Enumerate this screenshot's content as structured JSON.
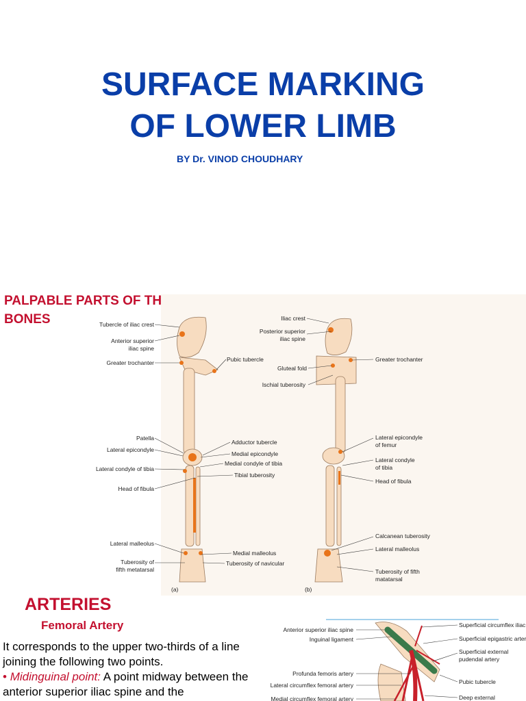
{
  "slide1": {
    "title_line1": "SURFACE MARKING",
    "title_line2": "OF LOWER LIMB",
    "byline": "BY Dr. VINOD CHOUDHARY"
  },
  "slide2": {
    "heading_line1": "PALPABLE PARTS OF THE",
    "heading_line2": "BONES",
    "fig_a_label": "(a)",
    "fig_b_label": "(b)",
    "labels_a_left": [
      "Tubercle of iliac crest",
      "Anterior superior",
      "iliac spine",
      "Greater trochanter",
      "Patella",
      "Lateral epicondyle",
      "Lateral condyle of tibia",
      "Head of fibula",
      "Lateral malleolus",
      "Tuberosity of",
      "fifth metatarsal"
    ],
    "labels_a_right": [
      "Pubic tubercle",
      "Adductor tubercle",
      "Medial epicondyle",
      "Medial condyle of tibia",
      "Tibial tuberosity",
      "Medial malleolus",
      "Tuberosity of navicular"
    ],
    "labels_b_left": [
      "Iliac crest",
      "Posterior superior",
      "iliac spine",
      "Gluteal fold",
      "Ischial tuberosity"
    ],
    "labels_b_right": [
      "Greater trochanter",
      "Lateral epicondyle",
      "of femur",
      "Lateral condyle",
      "of tibia",
      "Head of fibula",
      "Calcanean tuberosity",
      "Lateral malleolus",
      "Tuberosity of fifth",
      "matatarsal"
    ]
  },
  "slide3": {
    "heading": "ARTERIES",
    "subheading": "Femoral Artery",
    "para1": "It corresponds to the upper two-thirds of a line joining the following two points.",
    "bullet": "•",
    "point_label": "Midinguinal point:",
    "point_text": " A point midway between the anterior superior iliac    spine and the",
    "fig_labels_left": [
      "Anterior superior iliac spine",
      "Inguinal ligament",
      "Profunda femoris artery",
      "Lateral circumflex femoral artery",
      "Medial circumflex femoral artery"
    ],
    "fig_labels_right": [
      "Superficial circumflex iliac",
      "Superficial epigastric artery",
      "Superficial external",
      "pudendal artery",
      "Pubic tubercle",
      "Deep external"
    ]
  },
  "colors": {
    "title_blue": "#0a3ea8",
    "heading_red": "#c3102f",
    "bone_fill": "#f7dcc0",
    "marker_orange": "#e8741a",
    "artery_red": "#c8202a",
    "ligament_green": "#3b7a4b"
  }
}
